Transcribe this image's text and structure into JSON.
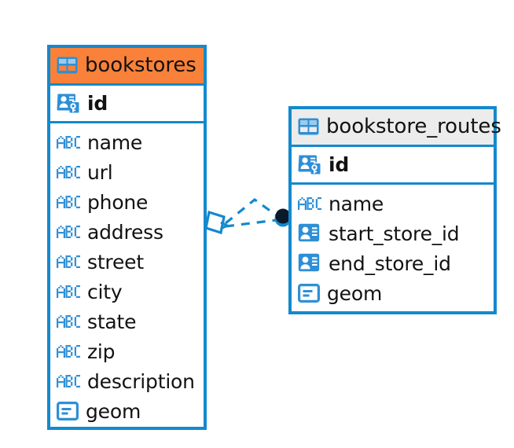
{
  "diagram": {
    "type": "entity-relationship-diagram",
    "background_color": "#ffffff",
    "accent_color": "#1389CE",
    "highlight_color": "#FA8139",
    "header_color": "#ECECEC",
    "endpoint_color": "#0A1A2B"
  },
  "tables": [
    {
      "name": "bookstores",
      "header_style": "orange",
      "header_icon": "table-icon",
      "primary_key": {
        "label": "id",
        "icon": "primary-key-icon"
      },
      "fields": [
        {
          "label": "name",
          "icon": "abc-text-icon"
        },
        {
          "label": "url",
          "icon": "abc-text-icon"
        },
        {
          "label": "phone",
          "icon": "abc-text-icon"
        },
        {
          "label": "address",
          "icon": "abc-text-icon"
        },
        {
          "label": "street",
          "icon": "abc-text-icon"
        },
        {
          "label": "city",
          "icon": "abc-text-icon"
        },
        {
          "label": "state",
          "icon": "abc-text-icon"
        },
        {
          "label": "zip",
          "icon": "abc-text-icon"
        },
        {
          "label": "description",
          "icon": "abc-text-icon"
        },
        {
          "label": "geom",
          "icon": "geometry-icon"
        }
      ]
    },
    {
      "name": "bookstore_routes",
      "header_style": "grey",
      "header_icon": "table-icon",
      "primary_key": {
        "label": "id",
        "icon": "primary-key-icon"
      },
      "fields": [
        {
          "label": "name",
          "icon": "abc-text-icon"
        },
        {
          "label": "start_store_id",
          "icon": "foreign-key-icon"
        },
        {
          "label": "end_store_id",
          "icon": "foreign-key-icon"
        },
        {
          "label": "geom",
          "icon": "geometry-icon"
        }
      ]
    }
  ],
  "relationship": {
    "from_table": "bookstores",
    "to_table": "bookstore_routes",
    "line_style": "dashed",
    "source_marker": "diamond-marker",
    "target_marker": "filled-circle-marker",
    "cardinality_branches": 2
  }
}
